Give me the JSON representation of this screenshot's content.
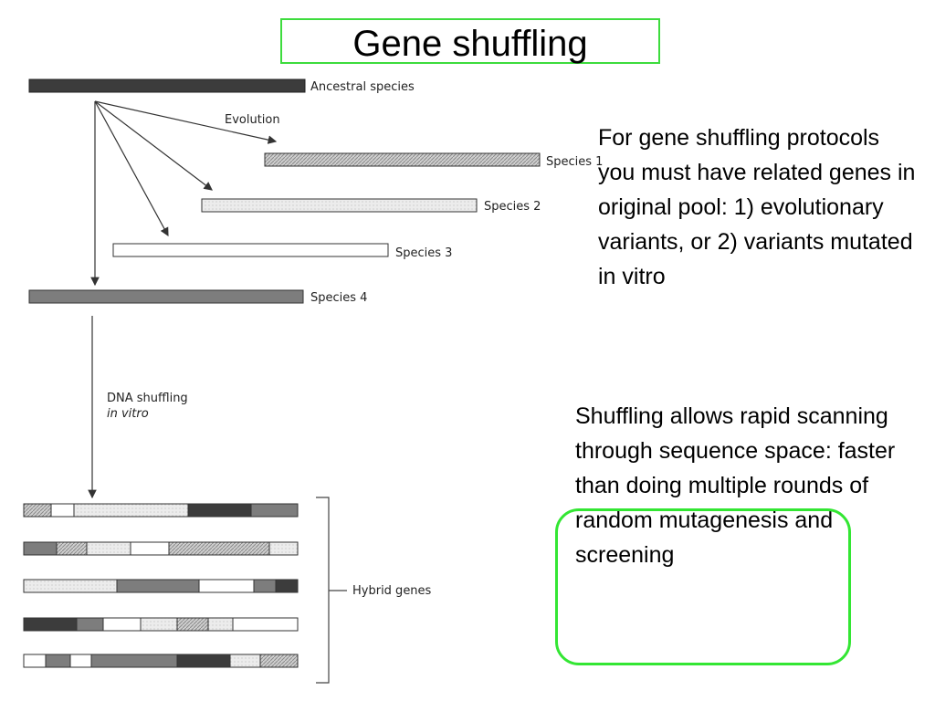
{
  "title": "Gene shuffling",
  "diagram": {
    "ancestral_label": "Ancestral species",
    "evolution_label": "Evolution",
    "species1_label": "Species 1",
    "species2_label": "Species 2",
    "species3_label": "Species 3",
    "species4_label": "Species 4",
    "shuffling_label": "DNA shuffling",
    "shuffling_sublabel": "in vitro",
    "hybrid_label": "Hybrid genes"
  },
  "text": {
    "paragraph1": "For gene shuffling protocols you must have related genes in original pool: 1) evolutionary variants, or 2) variants mutated in vitro",
    "paragraph2": "Shuffling allows rapid scanning through sequence space: faster than doing multiple rounds of random mutagenesis and screening"
  },
  "colors": {
    "title_border": "#3ddc3d",
    "highlight_border": "#33e633"
  }
}
